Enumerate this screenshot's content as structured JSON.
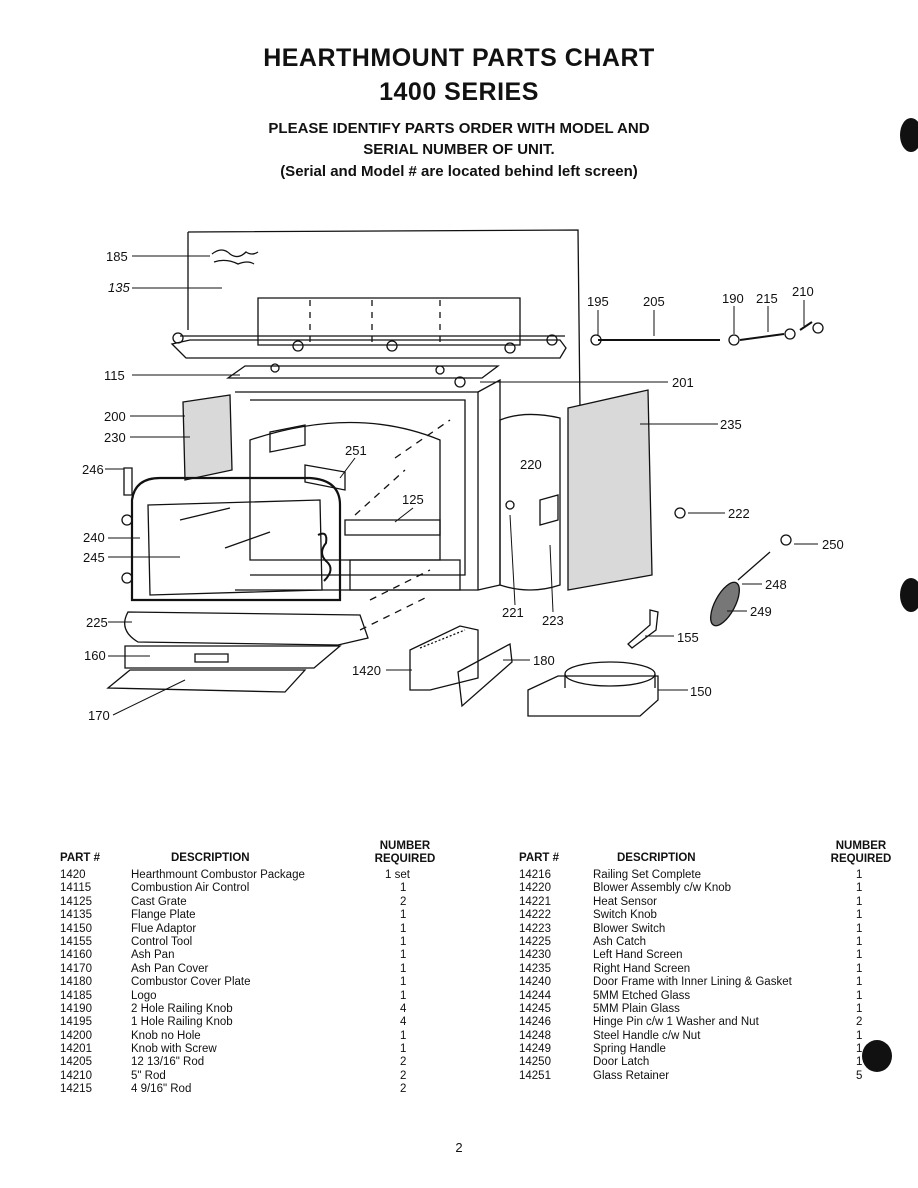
{
  "header": {
    "title_line1": "HEARTHMOUNT PARTS CHART",
    "title_line2": "1400 SERIES",
    "instruction_line1": "PLEASE IDENTIFY PARTS ORDER WITH MODEL AND",
    "instruction_line2": "SERIAL NUMBER OF UNIT.",
    "instruction_line3": "(Serial and Model # are located behind left screen)"
  },
  "diagram_labels": [
    "185",
    "135",
    "115",
    "200",
    "230",
    "246",
    "240",
    "245",
    "225",
    "160",
    "170",
    "195",
    "205",
    "190",
    "215",
    "210",
    "201",
    "235",
    "251",
    "220",
    "125",
    "222",
    "250",
    "248",
    "249",
    "155",
    "221",
    "223",
    "180",
    "1420",
    "150"
  ],
  "table_headers": {
    "part": "PART #",
    "description": "DESCRIPTION",
    "number": "NUMBER",
    "required": "REQUIRED"
  },
  "parts_left": [
    {
      "part": "1420",
      "description": "Hearthmount Combustor Package",
      "qty": "1 set"
    },
    {
      "part": "14115",
      "description": "Combustion Air Control",
      "qty": "1"
    },
    {
      "part": "14125",
      "description": "Cast Grate",
      "qty": "2"
    },
    {
      "part": "14135",
      "description": "Flange Plate",
      "qty": "1"
    },
    {
      "part": "14150",
      "description": "Flue Adaptor",
      "qty": "1"
    },
    {
      "part": "14155",
      "description": "Control Tool",
      "qty": "1"
    },
    {
      "part": "14160",
      "description": "Ash Pan",
      "qty": "1"
    },
    {
      "part": "14170",
      "description": "Ash Pan Cover",
      "qty": "1"
    },
    {
      "part": "14180",
      "description": "Combustor Cover Plate",
      "qty": "1"
    },
    {
      "part": "14185",
      "description": "Logo",
      "qty": "1"
    },
    {
      "part": "14190",
      "description": "2 Hole Railing Knob",
      "qty": "4"
    },
    {
      "part": "14195",
      "description": "1 Hole Railing Knob",
      "qty": "4"
    },
    {
      "part": "14200",
      "description": "Knob no Hole",
      "qty": "1"
    },
    {
      "part": "14201",
      "description": "Knob with Screw",
      "qty": "1"
    },
    {
      "part": "14205",
      "description": "12  13/16\" Rod",
      "qty": "2"
    },
    {
      "part": "14210",
      "description": "5\" Rod",
      "qty": "2"
    },
    {
      "part": "14215",
      "description": "4  9/16\" Rod",
      "qty": "2"
    }
  ],
  "parts_right": [
    {
      "part": "14216",
      "description": "Railing Set Complete",
      "qty": "1"
    },
    {
      "part": "14220",
      "description": "Blower Assembly c/w Knob",
      "qty": "1"
    },
    {
      "part": "14221",
      "description": "Heat Sensor",
      "qty": "1"
    },
    {
      "part": "14222",
      "description": "Switch Knob",
      "qty": "1"
    },
    {
      "part": "14223",
      "description": "Blower Switch",
      "qty": "1"
    },
    {
      "part": "14225",
      "description": "Ash Catch",
      "qty": "1"
    },
    {
      "part": "14230",
      "description": "Left Hand Screen",
      "qty": "1"
    },
    {
      "part": "14235",
      "description": "Right Hand Screen",
      "qty": "1"
    },
    {
      "part": "14240",
      "description": "Door Frame with Inner Lining & Gasket",
      "qty": "1"
    },
    {
      "part": "14244",
      "description": "5MM Etched Glass",
      "qty": "1"
    },
    {
      "part": "14245",
      "description": "5MM Plain Glass",
      "qty": "1"
    },
    {
      "part": "14246",
      "description": "Hinge Pin c/w 1 Washer and Nut",
      "qty": "2"
    },
    {
      "part": "14248",
      "description": "Steel Handle c/w Nut",
      "qty": "1"
    },
    {
      "part": "14249",
      "description": "Spring Handle",
      "qty": "1"
    },
    {
      "part": "14250",
      "description": "Door Latch",
      "qty": "1"
    },
    {
      "part": "14251",
      "description": "Glass Retainer",
      "qty": "5"
    }
  ],
  "page_number": "2"
}
